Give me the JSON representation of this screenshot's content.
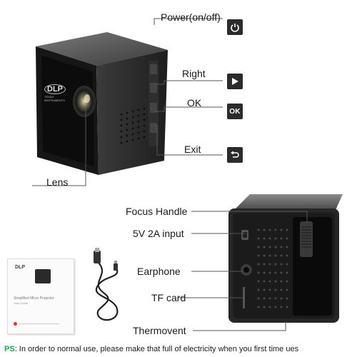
{
  "diagram": {
    "top_labels": {
      "power": "Power(on/off)",
      "right": "Right",
      "ok": "OK",
      "exit": "Exit",
      "lens": "Lens"
    },
    "button_icons": {
      "power": "power-icon",
      "right": "play-right-icon",
      "ok": "ok-icon",
      "exit": "return-icon"
    },
    "ok_icon_text": "OK",
    "dlp_badge": "DLP",
    "dlp_subtext": "TEXAS INSTRUMENTS",
    "bottom_labels": {
      "focus_handle": "Focus Handle",
      "input": "5V 2A input",
      "earphone": "Earphone",
      "tf_card": "TF card",
      "thermovent": "Thermovent"
    },
    "manual": {
      "badge": "DLP",
      "title": "Simplified Micro Projector",
      "subtitle": "User Guide"
    }
  },
  "footer": {
    "prefix": "PS",
    "text": ": In order to normal use, please make that full of electricity when you first time ues"
  },
  "colors": {
    "ps_green": "#22a34a",
    "device_body": "#2a2a2a",
    "icon_bg": "#2b2b2b",
    "line": "#555555"
  }
}
